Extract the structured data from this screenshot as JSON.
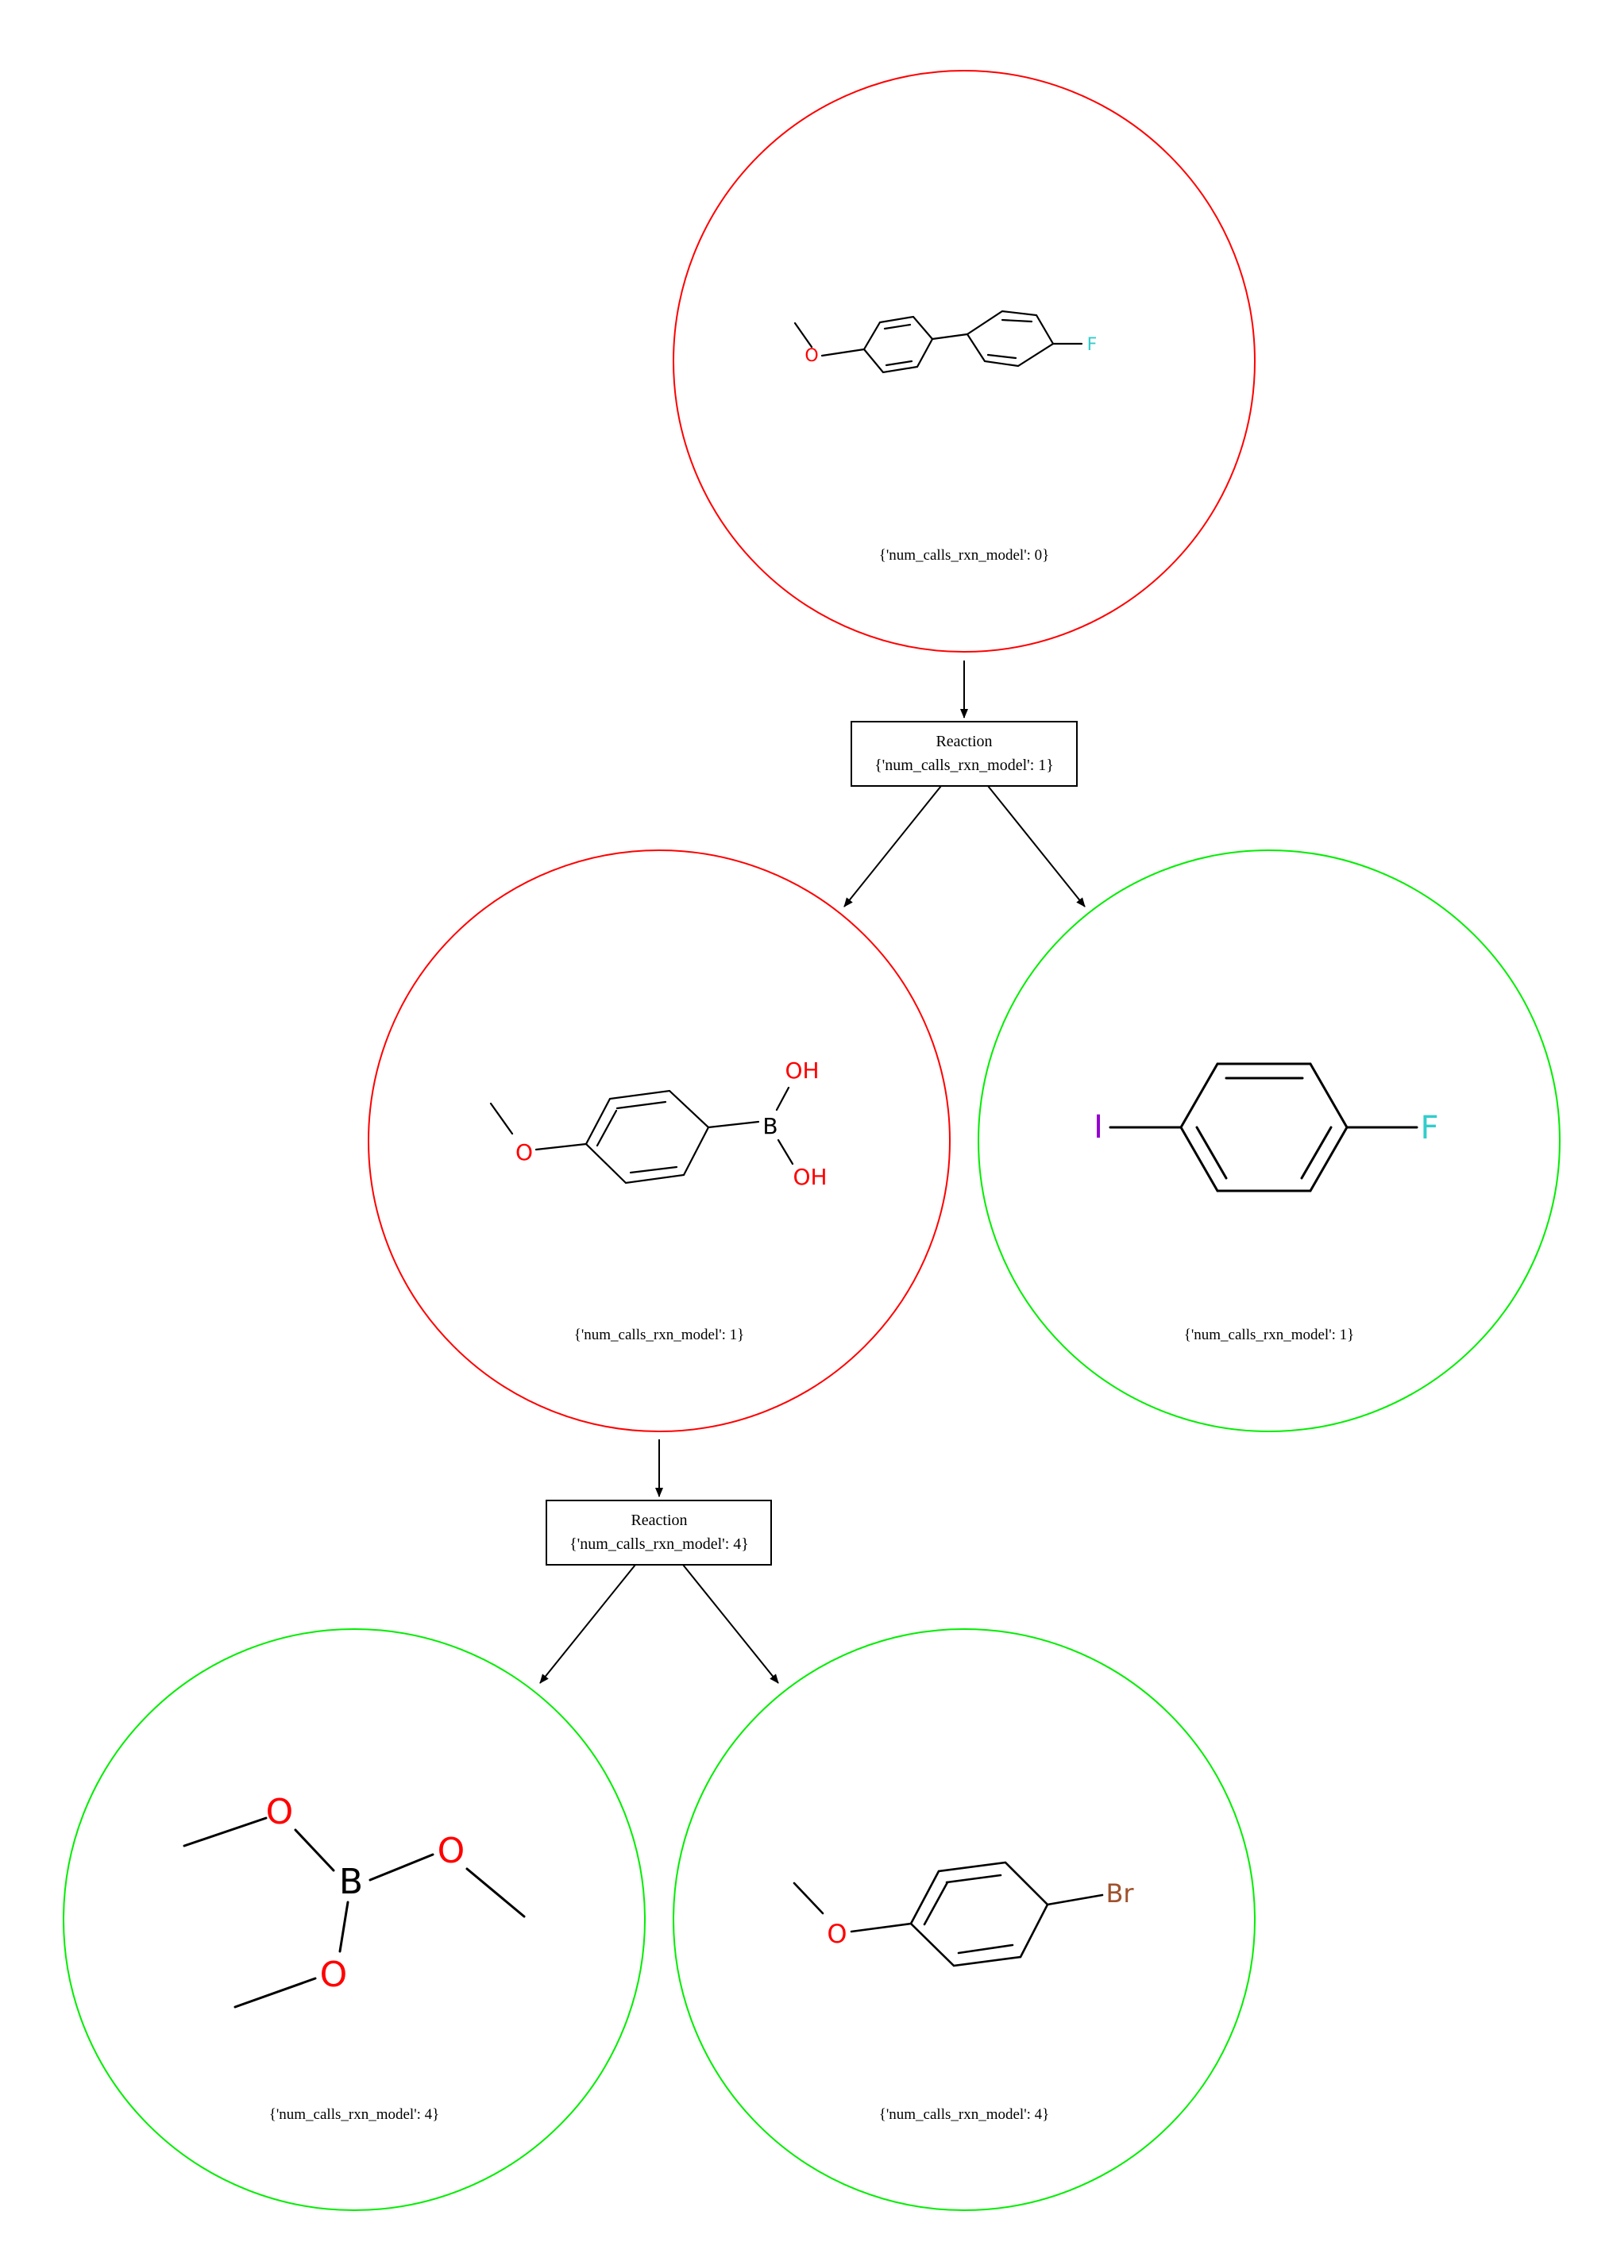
{
  "colors": {
    "in_progress": "#ff0000",
    "purchasable": "#00ee00",
    "edge": "#000000",
    "oxygen": "#ff0000",
    "fluorine": "#33cccc",
    "iodine": "#9400d3",
    "bromine": "#a0522d",
    "boron": "#000000",
    "bond": "#000000"
  },
  "molecules": [
    {
      "id": "m0",
      "status": "in_progress",
      "label": "{'num_calls_rxn_model': 0}",
      "smiles_atoms": {
        "o": "O",
        "f": "F"
      }
    },
    {
      "id": "m1",
      "status": "in_progress",
      "label": "{'num_calls_rxn_model': 1}",
      "smiles_atoms": {
        "o": "O",
        "b": "B",
        "oh1": "OH",
        "oh2": "OH"
      }
    },
    {
      "id": "m2",
      "status": "purchasable",
      "label": "{'num_calls_rxn_model': 1}",
      "smiles_atoms": {
        "i": "I",
        "f": "F"
      }
    },
    {
      "id": "m3",
      "status": "purchasable",
      "label": "{'num_calls_rxn_model': 4}",
      "smiles_atoms": {
        "o1": "O",
        "o2": "O",
        "o3": "O",
        "b": "B"
      }
    },
    {
      "id": "m4",
      "status": "purchasable",
      "label": "{'num_calls_rxn_model': 4}",
      "smiles_atoms": {
        "o": "O",
        "br": "Br"
      }
    }
  ],
  "reactions": [
    {
      "id": "r0",
      "title": "Reaction",
      "label": "{'num_calls_rxn_model': 1}"
    },
    {
      "id": "r1",
      "title": "Reaction",
      "label": "{'num_calls_rxn_model': 4}"
    }
  ]
}
